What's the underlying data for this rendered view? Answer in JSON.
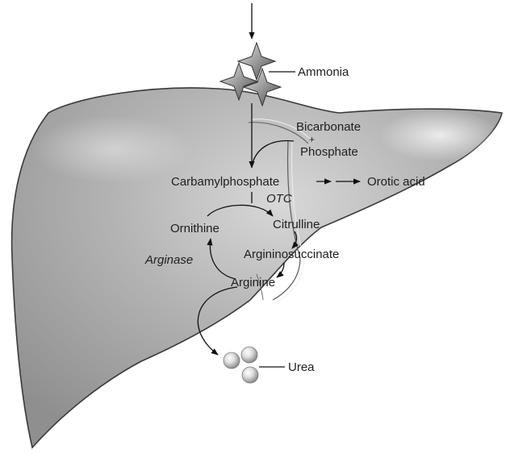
{
  "labels": {
    "ammonia": "Ammonia",
    "bicarbonate": "Bicarbonate",
    "plus": "+",
    "phosphate": "Phosphate",
    "carbamylphosphate": "Carbamylphosphate",
    "orotic_acid": "Orotic acid",
    "otc": "OTC",
    "ornithine": "Ornithine",
    "citrulline": "Citrulline",
    "arginase": "Arginase",
    "argininosuccinate": "Argininosuccinate",
    "arginine": "Arginine",
    "urea": "Urea"
  },
  "colors": {
    "liver_fill": "#a9a9a9",
    "liver_highlight": "#d2d2d2",
    "outline": "#3a3a3a",
    "arrow": "#111111",
    "text": "#1e1e1e"
  },
  "icons": {
    "ammonia_symbol": "four-point-star-icon",
    "urea_symbol": "sphere-icon"
  }
}
